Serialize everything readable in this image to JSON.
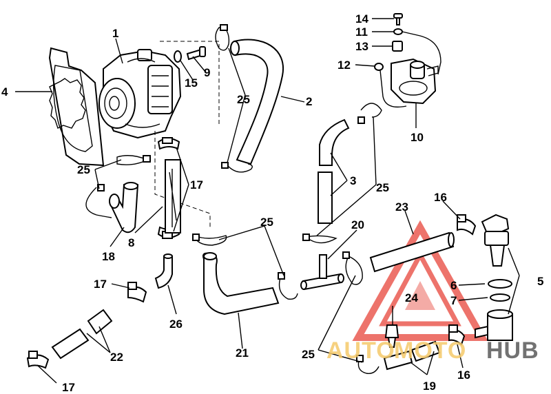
{
  "callouts": {
    "c1": "1",
    "c2": "2",
    "c3": "3",
    "c4": "4",
    "c5": "5",
    "c6": "6",
    "c7": "7",
    "c8": "8",
    "c9": "9",
    "c10": "10",
    "c11": "11",
    "c12": "12",
    "c13": "13",
    "c14": "14",
    "c15": "15",
    "c16a": "16",
    "c16b": "16",
    "c17a": "17",
    "c17b": "17",
    "c17c": "17",
    "c18": "18",
    "c19": "19",
    "c20": "20",
    "c21": "21",
    "c22": "22",
    "c23": "23",
    "c24": "24",
    "c25a": "25",
    "c25b": "25",
    "c25c": "25",
    "c25d": "25",
    "c25e": "25",
    "c26": "26"
  },
  "watermark": {
    "text_a": "AUTO",
    "text_b": "MOTO",
    "text_c": "HUB",
    "color_red": "#e8453a",
    "color_yellow": "#f5c96a",
    "color_gray": "#5a5a5a"
  }
}
